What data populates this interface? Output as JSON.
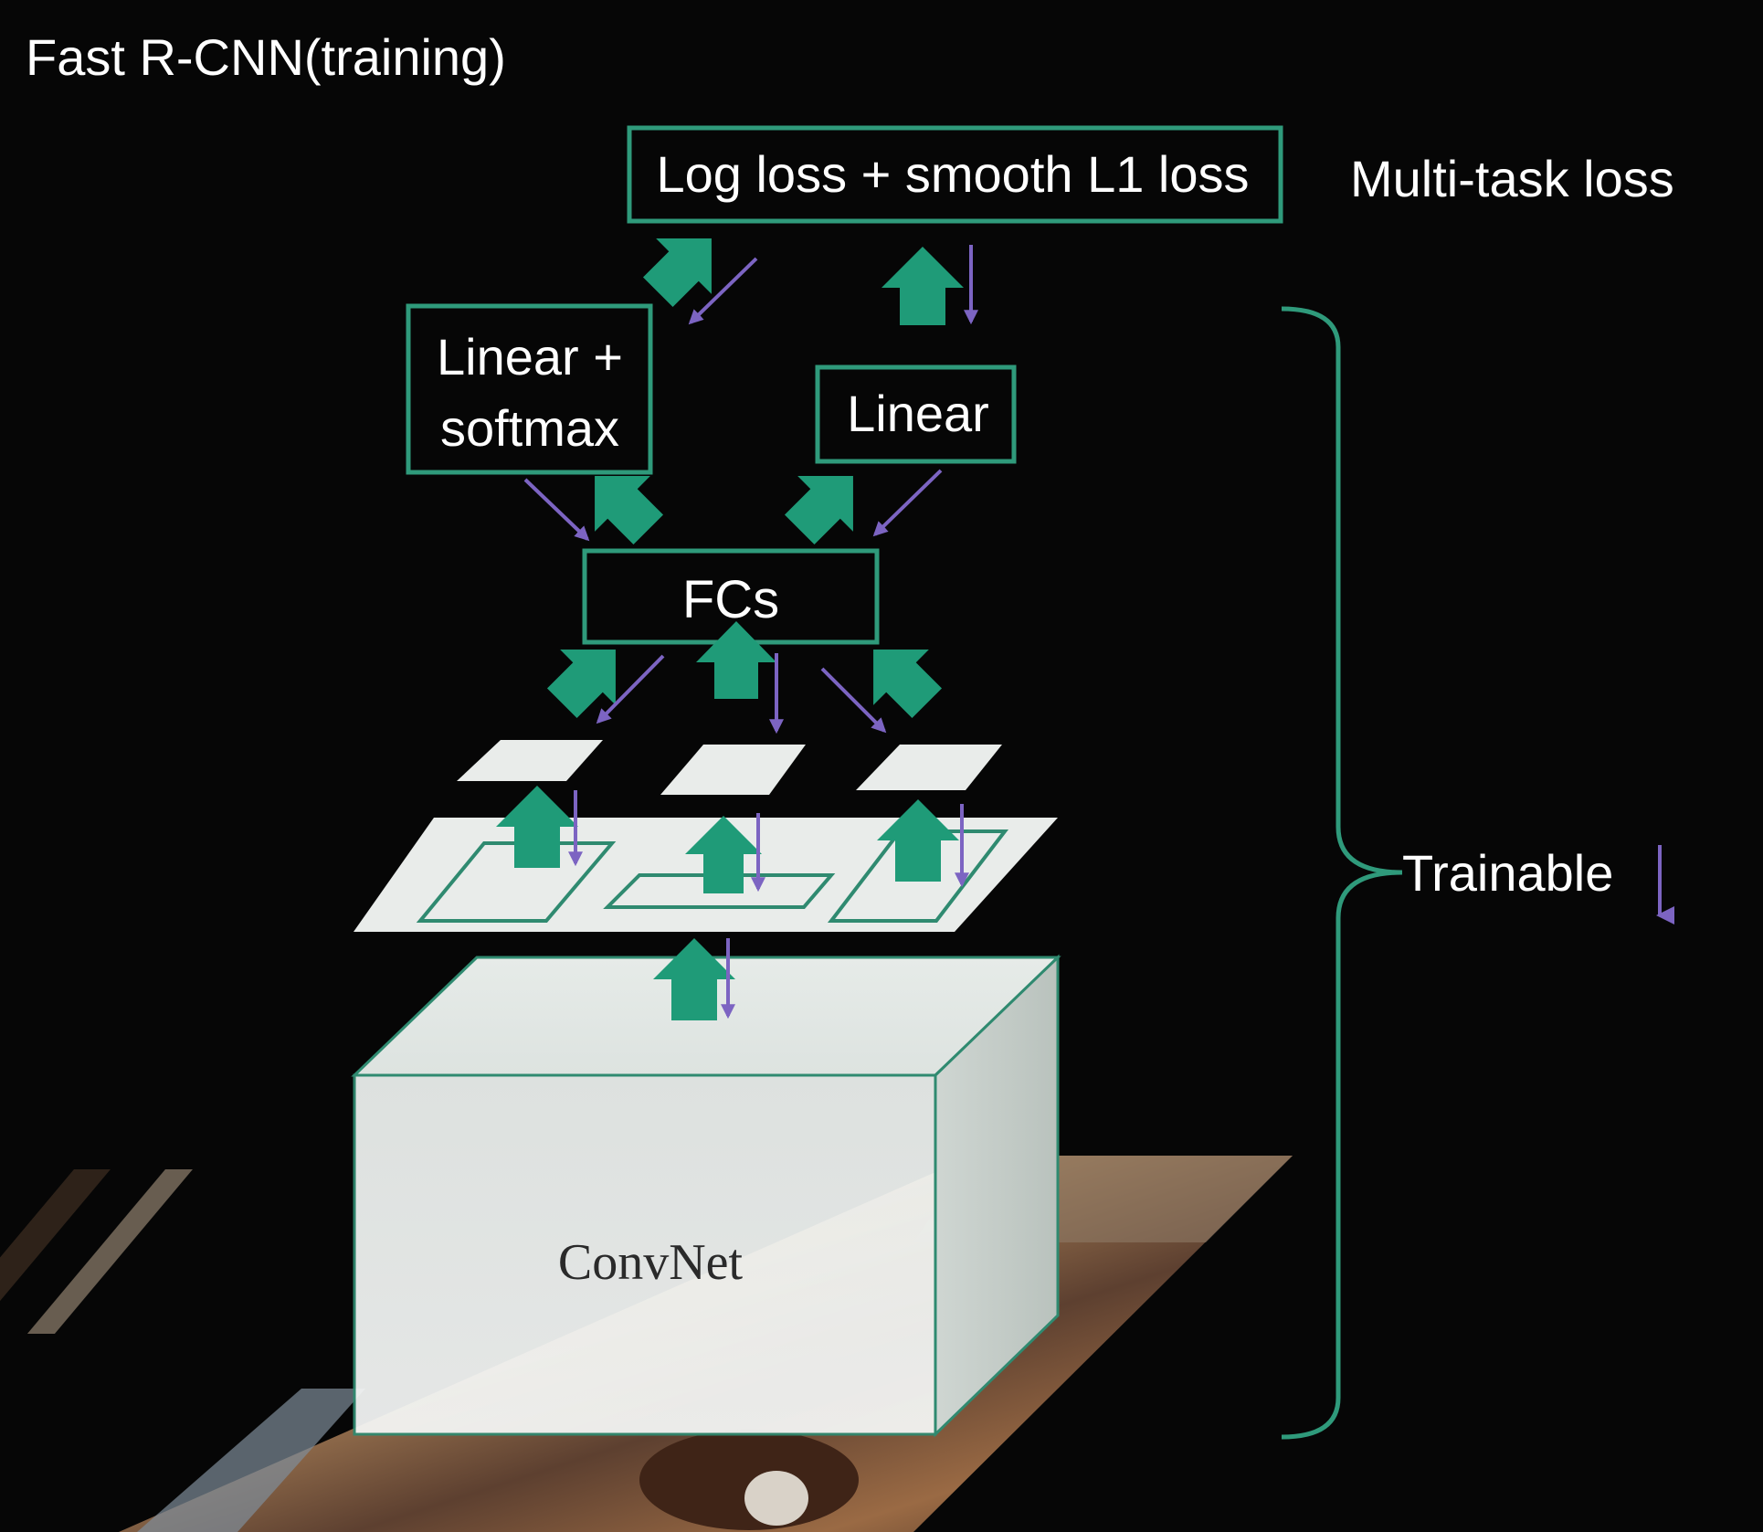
{
  "title": "Fast R-CNN(training)",
  "loss_box": "Log loss + smooth L1 loss",
  "loss_caption": "Multi-task loss",
  "cls_head": {
    "line1": "Linear +",
    "line2": "softmax"
  },
  "reg_head": "Linear",
  "fcs": "FCs",
  "backbone": "ConvNet",
  "trainable": "Trainable",
  "colors": {
    "background": "#060606",
    "box_border": "#2f9a7b",
    "forward_arrow": "#1f9b78",
    "backward_arrow": "#7c64c2",
    "plane": "#e9ecea"
  },
  "icons": {
    "forward": "thick-up-arrow-icon",
    "backward": "thin-down-arrow-icon"
  }
}
